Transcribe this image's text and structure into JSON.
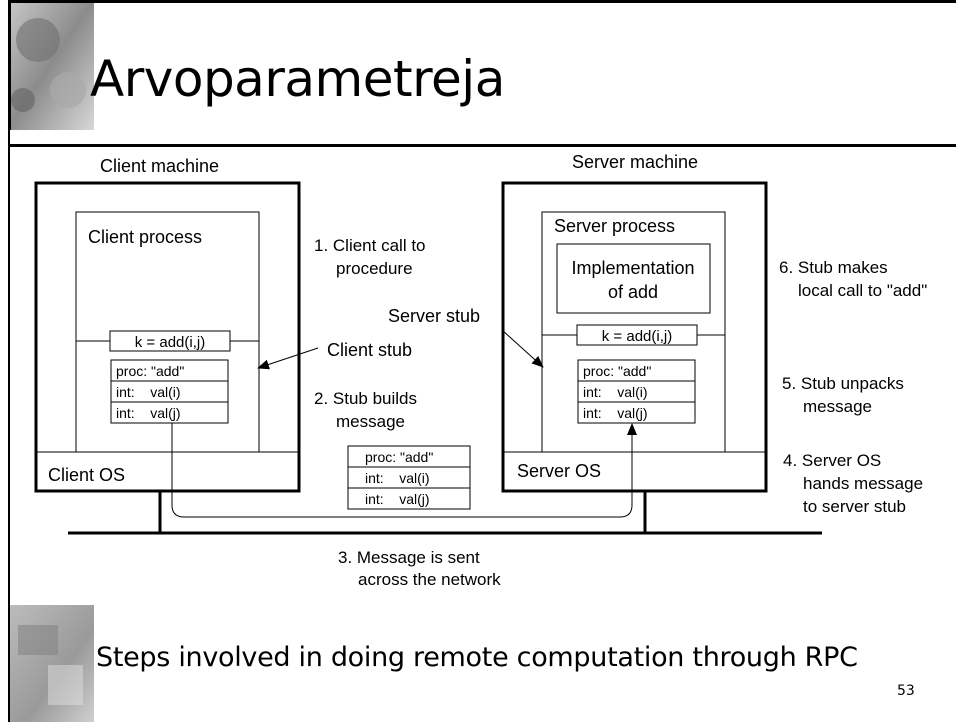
{
  "slide": {
    "title": "Arvoparametreja",
    "caption": "Steps involved in doing remote computation through RPC",
    "page_number": "53"
  },
  "client": {
    "machine_label": "Client machine",
    "process_label": "Client process",
    "call_line": "k = add(i,j)",
    "os_label": "Client OS",
    "stub_label": "Client stub",
    "message": [
      "proc: \"add\"",
      "int:    val(i)",
      "int:    val(j)"
    ]
  },
  "server": {
    "machine_label": "Server machine",
    "process_label": "Server process",
    "impl_line1": "Implementation",
    "impl_line2": "of add",
    "call_line": "k = add(i,j)",
    "os_label": "Server OS",
    "stub_label": "Server stub",
    "message": [
      "proc: \"add\"",
      "int:    val(i)",
      "int:    val(j)"
    ]
  },
  "network_message": [
    "proc: \"add\"",
    "int:    val(i)",
    "int:    val(j)"
  ],
  "steps": {
    "s1_line1": "1. Client call to",
    "s1_line2": "procedure",
    "s2_line1": "2. Stub builds",
    "s2_line2": "message",
    "s3_line1": "3. Message is sent",
    "s3_line2": "across the network",
    "s4_line1": "4. Server OS",
    "s4_line2": "hands message",
    "s4_line3": "to server stub",
    "s5_line1": "5. Stub unpacks",
    "s5_line2": "message",
    "s6_line1": "6. Stub makes",
    "s6_line2": "local call to \"add\""
  }
}
